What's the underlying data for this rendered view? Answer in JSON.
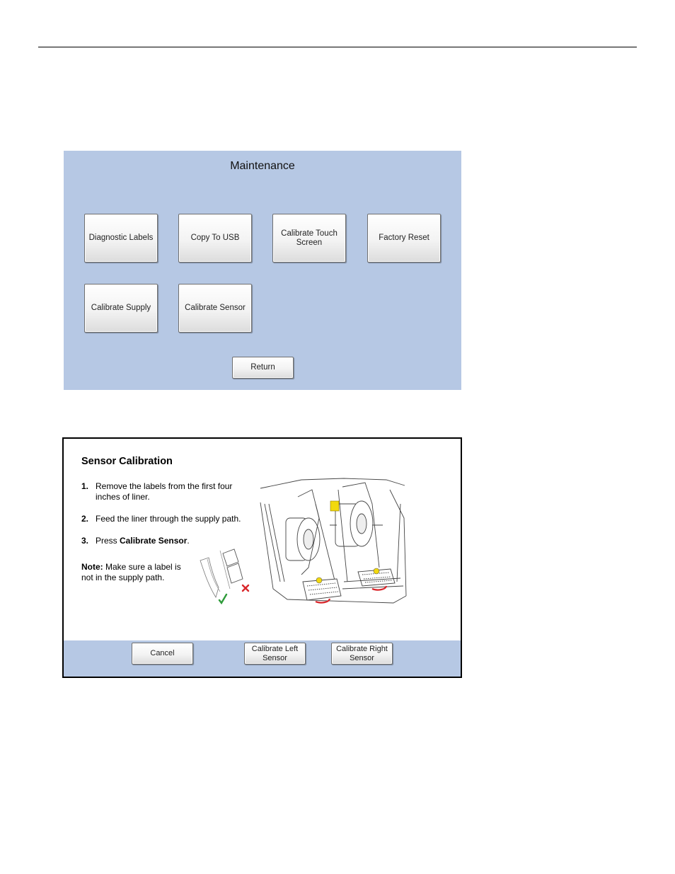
{
  "maintenance": {
    "title": "Maintenance",
    "buttons": {
      "diagnostic_labels": "Diagnostic Labels",
      "copy_to_usb": "Copy To USB",
      "calibrate_touch_screen": "Calibrate Touch\nScreen",
      "factory_reset": "Factory Reset",
      "calibrate_supply": "Calibrate Supply",
      "calibrate_sensor": "Calibrate Sensor",
      "return": "Return"
    }
  },
  "sensor_calibration": {
    "title": "Sensor Calibration",
    "steps": [
      {
        "num": "1.",
        "text": "Remove the labels from the first four inches of liner."
      },
      {
        "num": "2.",
        "text": "Feed the liner through the supply path."
      },
      {
        "num": "3.",
        "prefix": "Press ",
        "bold": "Calibrate Sensor",
        "suffix": "."
      }
    ],
    "note_label": "Note:",
    "note_text": " Make sure a label is not in the supply path.",
    "buttons": {
      "cancel": "Cancel",
      "calibrate_left": "Calibrate Left\nSensor",
      "calibrate_right": "Calibrate Right\nSensor"
    },
    "icons": [
      "check-mark-icon",
      "x-mark-icon"
    ],
    "colors": {
      "panel_bg": "#b6c8e4",
      "check": "#2e9b3a",
      "cross": "#d9262b",
      "sensor_flag": "#f2d90e"
    }
  }
}
